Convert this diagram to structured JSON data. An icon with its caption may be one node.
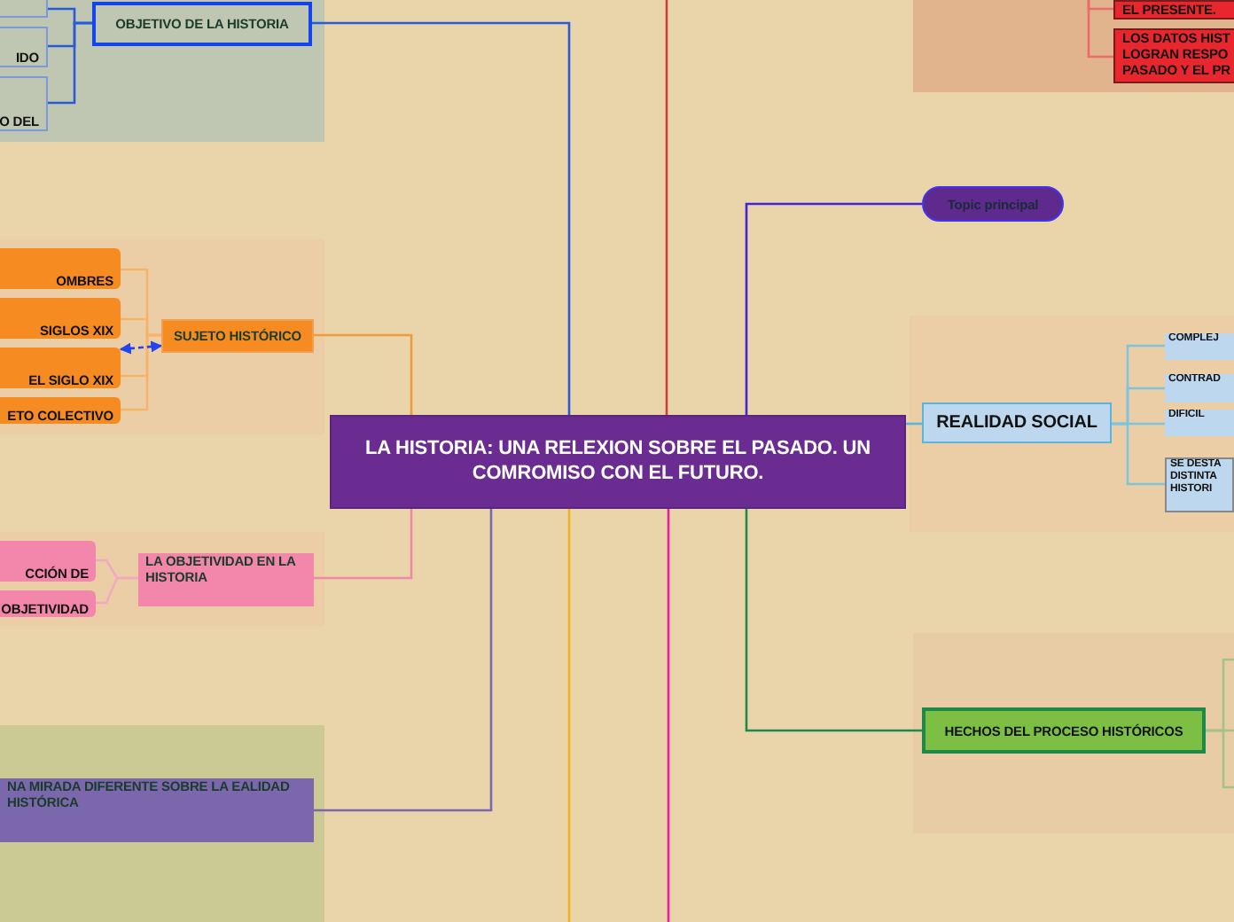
{
  "diagram": {
    "nodes": [
      {
        "text": [
          "LA HISTORIA: UNA RELEXION SOBRE EL PASADO. UN COMROMISO CON EL FUTURO."
        ]
      },
      {
        "text": [
          "OBJETIVO DE LA HISTORIA"
        ]
      },
      {
        "text": [],
        "shape": "box"
      },
      {
        "text": [
          "IDO"
        ]
      },
      {
        "text": [
          "O DEL"
        ]
      },
      {
        "text": [
          "SUJETO HISTÓRICO"
        ]
      },
      {
        "text": [
          "OMBRES"
        ]
      },
      {
        "text": [
          "SIGLOS XIX"
        ]
      },
      {
        "text": [
          "EL SIGLO XIX"
        ]
      },
      {
        "text": [
          "ETO COLECTIVO"
        ]
      },
      {
        "text": [
          "LA OBJETIVIDAD EN LA HISTORIA"
        ]
      },
      {
        "text": [
          "CCIÓN DE"
        ]
      },
      {
        "text": [
          "OBJETIVIDAD"
        ]
      },
      {
        "text": [
          "NA MIRADA DIFERENTE SOBRE LA EALIDAD HISTÓRICA"
        ]
      },
      {
        "text": [
          "Topic principal"
        ]
      },
      {
        "text": [
          "REALIDAD SOCIAL"
        ]
      },
      {
        "text": [
          "COMPLEJ"
        ]
      },
      {
        "text": [
          "CONTRAD"
        ]
      },
      {
        "text": [
          "DIFICIL"
        ]
      },
      {
        "text": [
          "SE DESTA DISTINTA HISTORI"
        ]
      },
      {
        "text": [
          "HECHOS DEL PROCESO HISTÓRICOS"
        ]
      },
      {
        "text": [],
        "shape": "box"
      },
      {
        "text": [
          "EL PRESENTE."
        ],
        "in": 21
      },
      {
        "text": [
          "LOS DATOS HIST LOGRAN RESPO PASADO Y EL PR"
        ],
        "in": 21
      }
    ],
    "edges": [
      {
        "from": 0,
        "to": 1,
        "arrow": "none"
      },
      {
        "from": 1,
        "to": 2,
        "arrow": "none"
      },
      {
        "from": 1,
        "to": 3,
        "arrow": "none"
      },
      {
        "from": 1,
        "to": 4,
        "arrow": "none"
      },
      {
        "from": 0,
        "to": 5,
        "arrow": "none",
        "color": "#f39a3a"
      },
      {
        "from": 5,
        "to": 6,
        "arrow": "none",
        "color": "#f6b46a"
      },
      {
        "from": 5,
        "to": 7,
        "arrow": "none",
        "color": "#f6b46a"
      },
      {
        "from": 5,
        "to": 8,
        "arrow": "none",
        "color": "#f6b46a"
      },
      {
        "from": 5,
        "to": 9,
        "arrow": "none",
        "color": "#f6b46a"
      },
      {
        "from": 8,
        "to": 5,
        "arrow": "both",
        "style": "dashed"
      },
      {
        "from": 0,
        "to": 10,
        "arrow": "none",
        "color": "#f08aa8"
      },
      {
        "from": 10,
        "to": 11,
        "arrow": "none",
        "color": "#f4a8c0"
      },
      {
        "from": 10,
        "to": 12,
        "arrow": "none",
        "color": "#f4a8c0"
      },
      {
        "from": 0,
        "to": 13,
        "arrow": "none",
        "color": "#7b68ac"
      },
      {
        "from": 0,
        "to": 14,
        "arrow": "none",
        "color": "#4422dd"
      },
      {
        "from": 0,
        "to": 15,
        "arrow": "none",
        "color": "#5ab4dc"
      },
      {
        "from": 15,
        "to": 16,
        "arrow": "none",
        "color": "#7cc4e0"
      },
      {
        "from": 15,
        "to": 17,
        "arrow": "none",
        "color": "#7cc4e0"
      },
      {
        "from": 15,
        "to": 18,
        "arrow": "none",
        "color": "#7cc4e0"
      },
      {
        "from": 15,
        "to": 19,
        "arrow": "none",
        "color": "#7cc4e0"
      },
      {
        "from": 0,
        "to": 20,
        "arrow": "none",
        "color": "#1e8a4a"
      },
      {
        "from": 20,
        "to": null,
        "arrow": "none",
        "color": "#a8c08a"
      },
      {
        "from": 20,
        "to": null,
        "arrow": "none",
        "color": "#a8c08a"
      },
      {
        "from": 20,
        "to": null,
        "arrow": "none",
        "color": "#a8c08a"
      },
      {
        "from": 21,
        "to": 22,
        "arrow": "none",
        "color": "#ee6a6a"
      },
      {
        "from": 21,
        "to": 23,
        "arrow": "none",
        "color": "#ee6a6a"
      },
      {
        "from": 0,
        "to": null,
        "arrow": "none",
        "color": "#d63a3a"
      },
      {
        "from": 0,
        "to": null,
        "arrow": "none",
        "color": "#e020a0"
      },
      {
        "from": 0,
        "to": null,
        "arrow": "none",
        "color": "#f0b020"
      }
    ]
  }
}
